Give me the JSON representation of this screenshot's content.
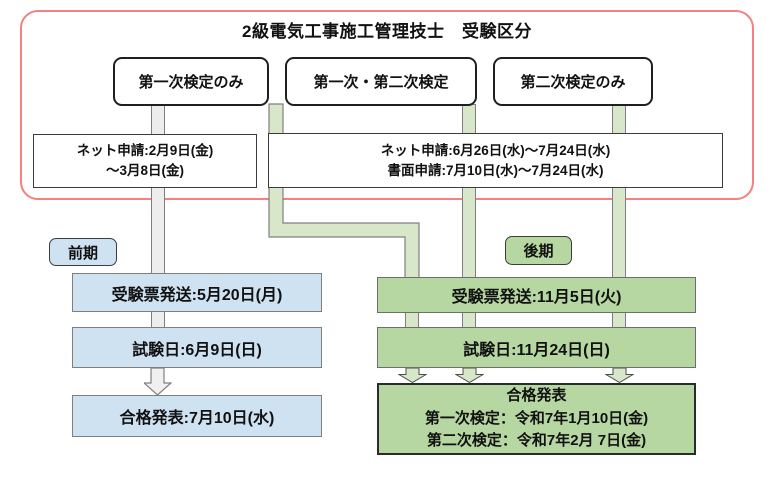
{
  "title": "2級電気工事施工管理技士　受験区分",
  "categories": [
    {
      "label": "第一次検定のみ"
    },
    {
      "label": "第一次・第二次検定"
    },
    {
      "label": "第二次検定のみ"
    }
  ],
  "application": {
    "early": {
      "line1": "ネット申請:2月9日(金)",
      "line2": "～3月8日(金)"
    },
    "late": {
      "line1": "ネット申請:6月26日(水)～7月24日(水)",
      "line2": "書面申請:7月10日(水)～7月24日(水)"
    }
  },
  "early_track": {
    "badge": "前期",
    "steps": [
      {
        "label": "受験票発送:5月20日(月)"
      },
      {
        "label": "試験日:6月9日(日)"
      },
      {
        "label": "合格発表:7月10日(水)"
      }
    ]
  },
  "late_track": {
    "badge": "後期",
    "steps": [
      {
        "label": "受験票発送:11月5日(火)"
      },
      {
        "label": "試験日:11月24日(日)"
      }
    ],
    "result": {
      "line1": "合格発表",
      "line2": "第一次検定：令和7年1月10日(金)",
      "line3": "第二次検定：令和7年2月 7日(金)"
    }
  },
  "colors": {
    "container_border": "#f4817f",
    "early_fill": "#cfe2f2",
    "late_fill": "#b6d7a2",
    "early_connector_fill": "#ededed",
    "late_connector_fill": "#d8e7ca",
    "box_border_dark": "#1f1f1f",
    "box_border_gray": "#7f7f7f"
  }
}
